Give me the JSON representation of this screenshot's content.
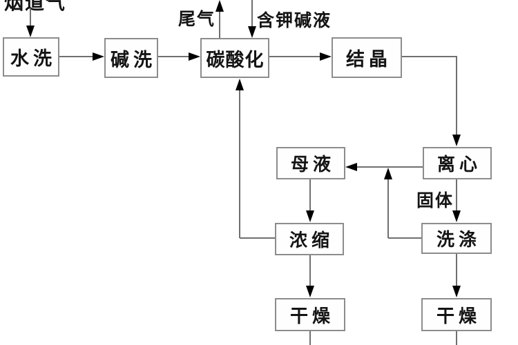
{
  "diagram": {
    "type": "process-flowchart",
    "language": "zh-CN",
    "background": "#ffffff",
    "colors": {
      "box_border": "#8c8c8c",
      "connector_line": "#6f6f6f",
      "arrowhead": "#000000",
      "text": "#141414"
    },
    "nodes": [
      {
        "label": "水洗"
      },
      {
        "label": "碱洗"
      },
      {
        "label": "碳酸化"
      },
      {
        "label": "结晶"
      },
      {
        "label": "母液"
      },
      {
        "label": "离心"
      },
      {
        "label": "浓缩"
      },
      {
        "label": "洗涤"
      },
      {
        "label": "干燥"
      },
      {
        "label": "干燥"
      }
    ],
    "annotations": [
      {
        "text": "烟道气"
      },
      {
        "text": "尾气"
      },
      {
        "text": "含钾碱液"
      },
      {
        "text": "固体"
      }
    ],
    "edges": [
      {
        "from": "烟道气",
        "to": "水洗"
      },
      {
        "from": "水洗",
        "to": "碱洗"
      },
      {
        "from": "碱洗",
        "to": "碳酸化"
      },
      {
        "from": "碳酸化",
        "to": "尾气"
      },
      {
        "from": "含钾碱液",
        "to": "碳酸化"
      },
      {
        "from": "碳酸化",
        "to": "结晶"
      },
      {
        "from": "结晶",
        "to": "离心"
      },
      {
        "from": "离心",
        "to": "母液"
      },
      {
        "from": "母液",
        "to": "浓缩"
      },
      {
        "from": "浓缩",
        "to": "碳酸化"
      },
      {
        "from": "离心",
        "to": "洗涤",
        "label": "固体"
      },
      {
        "from": "洗涤",
        "to": "母液"
      },
      {
        "from": "浓缩",
        "to": "干燥"
      },
      {
        "from": "洗涤",
        "to": "干燥"
      }
    ]
  }
}
